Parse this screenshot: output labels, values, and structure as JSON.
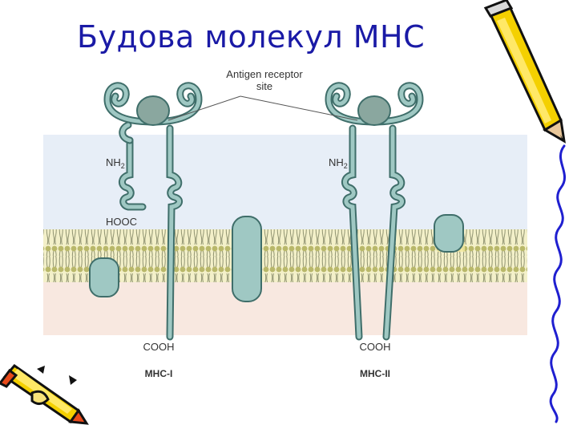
{
  "slide": {
    "title": "Будова молекул МНС"
  },
  "diagram": {
    "antigen_label_line1": "Antigen receptor",
    "antigen_label_line2": "site",
    "nh2_label": "NH",
    "nh2_subscript": "2",
    "hooc_label": "HOOC",
    "cooh_label": "COOH",
    "mhc1_label": "MHC-I",
    "mhc2_label": "MHC-II"
  },
  "colors": {
    "title": "#1a1aa6",
    "protein_fill": "#9fc8c3",
    "protein_stroke": "#3f6e6a",
    "antigen_fill": "#8aa79f",
    "extracellular_band": "#e7eef7",
    "cytoplasm_band": "#f8e8e0",
    "lipid_head": "#b9b86a",
    "lipid_tail": "#8f9270",
    "lipid_core": "#f3f0c9",
    "pencil_yellow": "#f4d000",
    "squiggle_blue": "#1f1fd0"
  }
}
